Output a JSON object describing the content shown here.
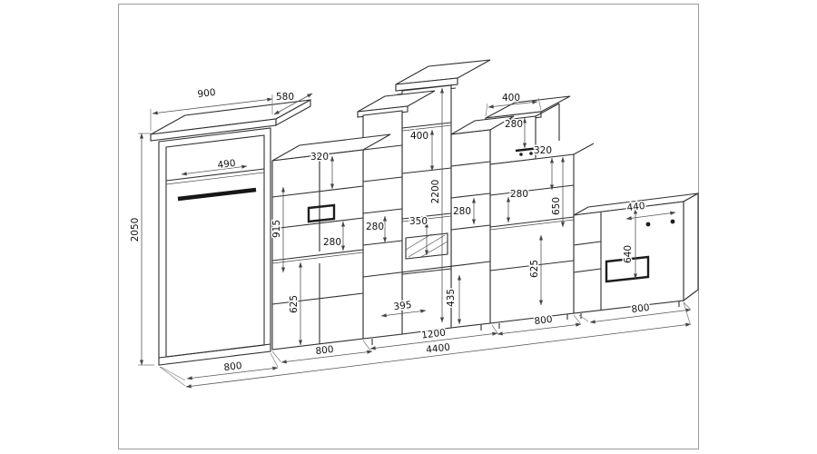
{
  "style": {
    "line_color": "#2f2f2f",
    "dimension_color": "#555555",
    "border_color": "#9b9b9b",
    "background": "#ffffff"
  },
  "dims": {
    "wardrobe": {
      "top_width": "900",
      "depth": "580",
      "shelf_width": "490",
      "height": "2050",
      "base_width": "800"
    },
    "unit2": {
      "top_section": "320",
      "upper_height": "915",
      "shelf_gap": "280",
      "base_height": "625",
      "width": "800"
    },
    "unit3": {
      "tower_gap": "400",
      "tower_height": "2200",
      "tower_shelf": "350",
      "left_gap": "280",
      "right_gap": "280",
      "niche_width": "395",
      "niche_height": "435",
      "width": "1200"
    },
    "unit4": {
      "top_width": "400",
      "top_height": "280",
      "section": "320",
      "gap": "280",
      "upper_height": "650",
      "base_height": "625",
      "width": "800"
    },
    "unit5": {
      "depth": "440",
      "height": "640",
      "width": "800"
    },
    "total_width": "4400"
  }
}
